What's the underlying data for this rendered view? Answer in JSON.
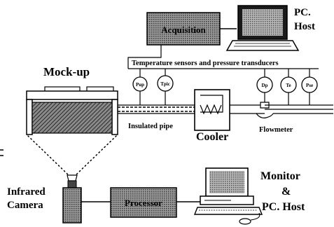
{
  "labels": {
    "acquisition": "Acquisition",
    "pc_host_top_line1": "PC.",
    "pc_host_top_line2": "Host",
    "mock_up": "Mock-up",
    "sensors": "Temperature sensors and pressure transducers",
    "insulated_pipe": "Insulated pipe",
    "cooler": "Cooler",
    "flowmeter": "Flowmeter",
    "infrared_line1": "Infrared",
    "infrared_line2": "Camera",
    "processor": "Processor",
    "monitor_line1": "Monitor",
    "monitor_line2": "&",
    "monitor_line3": "PC. Host"
  },
  "gauges": {
    "pup": "Pup",
    "tpic": "Tpic",
    "dp": "Dp",
    "te": "Te",
    "pse": "Pse"
  },
  "colors": {
    "ink": "#000000",
    "hatch_bg": "#8a8a8a",
    "hatch_fg": "#2a2a2a"
  },
  "icons": {
    "computer_top": "laptop-computer-icon",
    "computer_bottom": "desktop-computer-icon",
    "camera": "infrared-camera-icon"
  }
}
